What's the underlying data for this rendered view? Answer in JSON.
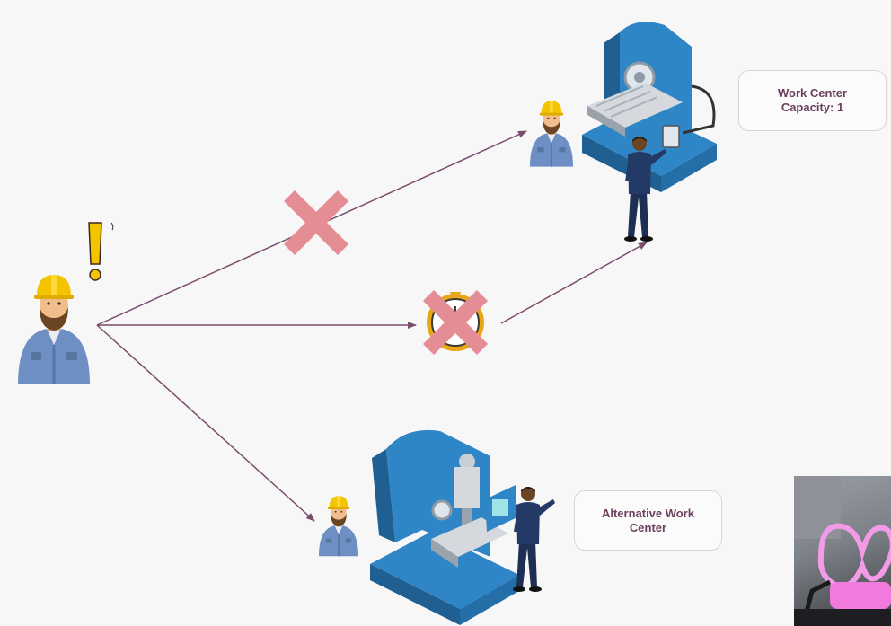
{
  "work_center": {
    "line1": "Work Center",
    "line2": "Capacity: 1"
  },
  "alternative_work_center": {
    "line1": "Alternative Work",
    "line2": "Center"
  },
  "colors": {
    "arrow": "#7a4d6c",
    "cross": "#e58d94",
    "machine_blue": "#2f86c6",
    "machine_dark": "#1f5f92",
    "helmet": "#f5c400",
    "shirt": "#6d8fc4",
    "label_text": "#6b3f5e"
  },
  "icons": [
    "worker-icon",
    "warning-icon",
    "milling-machine-icon",
    "operator-icon",
    "cross-icon",
    "clock-icon"
  ]
}
